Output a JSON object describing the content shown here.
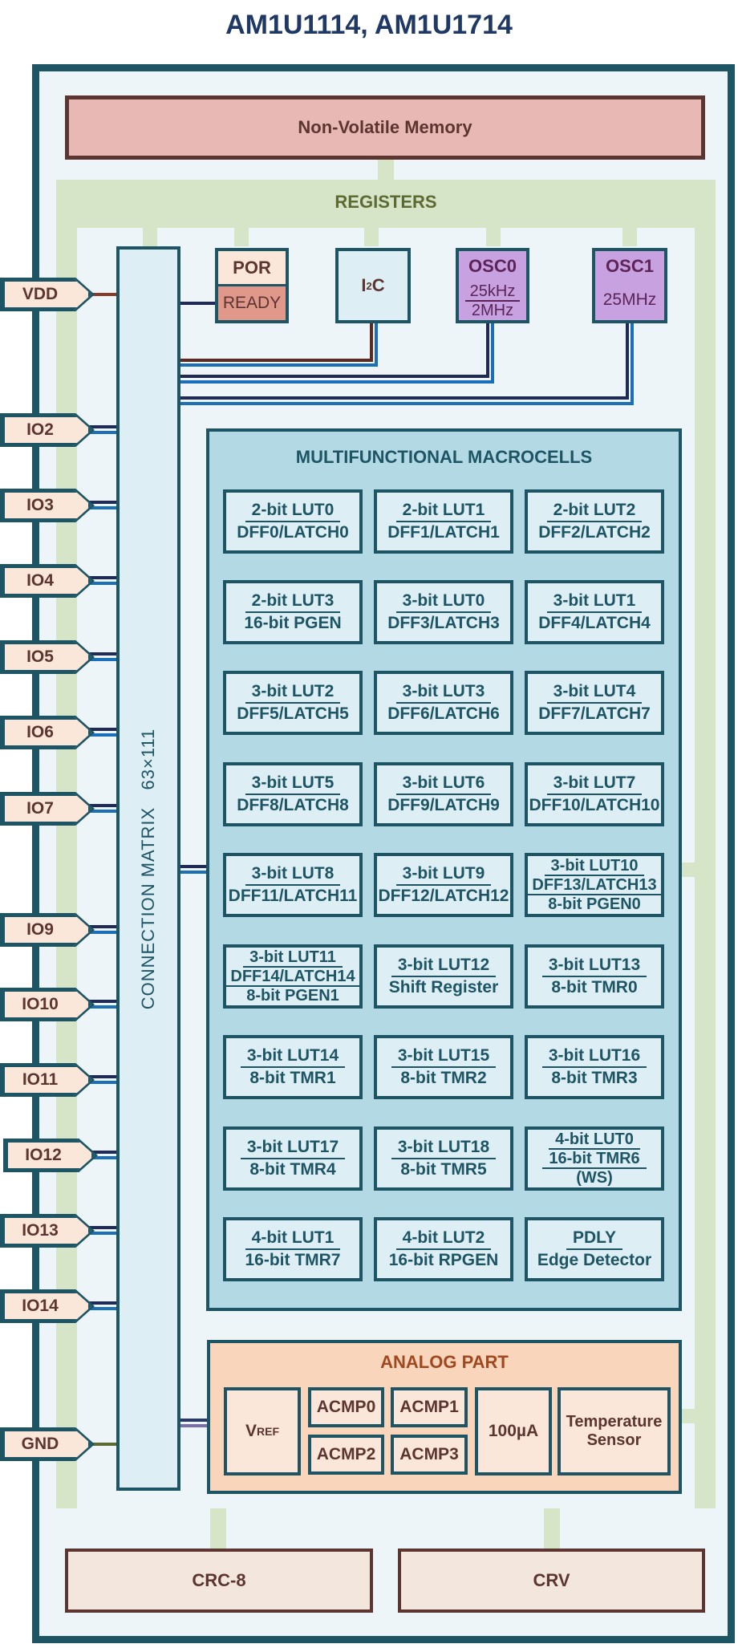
{
  "title": "AM1U1114, AM1U1714",
  "nvm": "Non-Volatile Memory",
  "registers": "REGISTERS",
  "connection_matrix": "CONNECTION MATRIX   63×111",
  "top_blocks": {
    "por": "POR",
    "ready": "READY",
    "i2c_main": "I",
    "i2c_sup": "2",
    "i2c_tail": "C",
    "osc0": "OSC0",
    "osc0_f1": "25kHz",
    "osc0_f2": "2MHz",
    "osc1": "OSC1",
    "osc1_f": "25MHz"
  },
  "pins": {
    "vdd": "VDD",
    "io2": "IO2",
    "io3": "IO3",
    "io4": "IO4",
    "io5": "IO5",
    "io6": "IO6",
    "io7": "IO7",
    "io9": "IO9",
    "io10": "IO10",
    "io11": "IO11",
    "io12": "IO12",
    "io13": "IO13",
    "io14": "IO14",
    "gnd": "GND"
  },
  "macrocells": {
    "title": "MULTIFUNCTIONAL MACROCELLS",
    "cells": [
      [
        "2-bit LUT0",
        "DFF0/LATCH0"
      ],
      [
        "2-bit LUT1",
        "DFF1/LATCH1"
      ],
      [
        "2-bit LUT2",
        "DFF2/LATCH2"
      ],
      [
        "2-bit LUT3",
        "16-bit PGEN"
      ],
      [
        "3-bit LUT0",
        "DFF3/LATCH3"
      ],
      [
        "3-bit LUT1",
        "DFF4/LATCH4"
      ],
      [
        "3-bit LUT2",
        "DFF5/LATCH5"
      ],
      [
        "3-bit LUT3",
        "DFF6/LATCH6"
      ],
      [
        "3-bit LUT4",
        "DFF7/LATCH7"
      ],
      [
        "3-bit LUT5",
        "DFF8/LATCH8"
      ],
      [
        "3-bit LUT6",
        "DFF9/LATCH9"
      ],
      [
        "3-bit LUT7",
        "DFF10/LATCH10"
      ],
      [
        "3-bit LUT8",
        "DFF11/LATCH11"
      ],
      [
        "3-bit LUT9",
        "DFF12/LATCH12"
      ],
      [
        "3-bit LUT10",
        "DFF13/LATCH13",
        "8-bit PGEN0"
      ],
      [
        "3-bit LUT11",
        "DFF14/LATCH14",
        "8-bit PGEN1"
      ],
      [
        "3-bit LUT12",
        "Shift Register"
      ],
      [
        "3-bit LUT13",
        "8-bit TMR0"
      ],
      [
        "3-bit LUT14",
        "8-bit TMR1"
      ],
      [
        "3-bit LUT15",
        "8-bit TMR2"
      ],
      [
        "3-bit LUT16",
        "8-bit TMR3"
      ],
      [
        "3-bit LUT17",
        "8-bit TMR4"
      ],
      [
        "3-bit LUT18",
        "8-bit TMR5"
      ],
      [
        "4-bit LUT0",
        "16-bit TMR6",
        "(WS)"
      ],
      [
        "4-bit LUT1",
        "16-bit TMR7"
      ],
      [
        "4-bit LUT2",
        "16-bit RPGEN"
      ],
      [
        "PDLY",
        "Edge Detector"
      ]
    ]
  },
  "analog": {
    "title": "ANALOG PART",
    "vref_main": "V",
    "vref_sub": "REF",
    "acmp0": "ACMP0",
    "acmp1": "ACMP1",
    "acmp2": "ACMP2",
    "acmp3": "ACMP3",
    "current": "100µA",
    "temp1": "Temperature",
    "temp2": "Sensor"
  },
  "bottom": {
    "crc": "CRC-8",
    "crv": "CRV"
  },
  "colors": {
    "outline": "#1e5565",
    "memory_fill": "#e8b8b4",
    "registers_fill": "#d6e4c7",
    "macro_fill": "#b3d9e5",
    "analog_fill": "#f8d5bb",
    "osc_fill": "#c8a2e0",
    "title": "#1f3864"
  }
}
